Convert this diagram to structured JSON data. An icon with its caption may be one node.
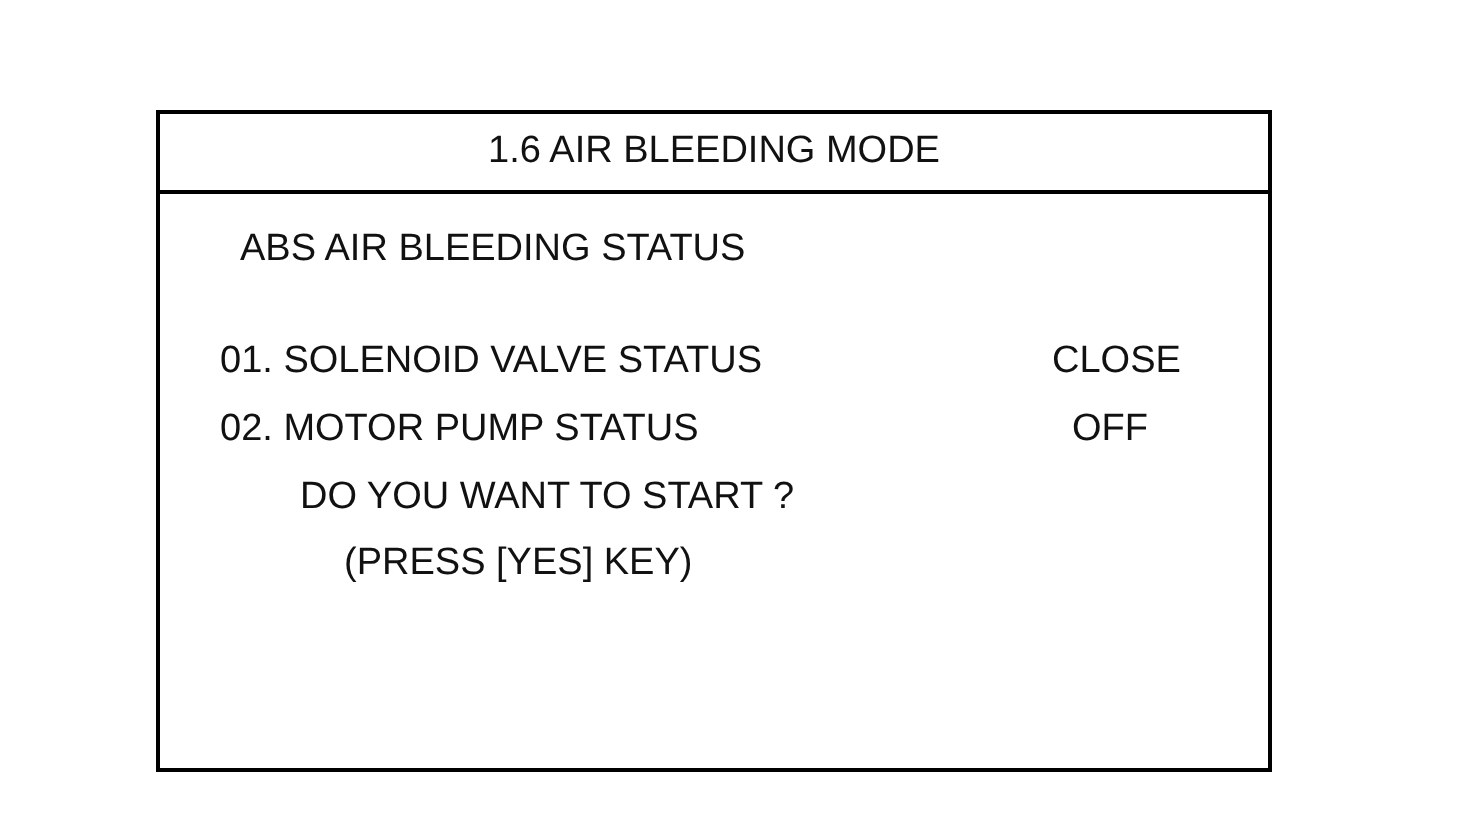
{
  "diagram": {
    "nodes": [
      {
        "text": [
          "1.6 AIR BLEEDING MODE"
        ]
      }
    ],
    "labels": [
      "ABS AIR BLEEDING STATUS",
      "01. SOLENOID VALVE STATUS",
      "CLOSE",
      "02. MOTOR PUMP STATUS",
      "OFF",
      "DO YOU WANT TO START ?",
      "(PRESS [YES] KEY)"
    ]
  }
}
